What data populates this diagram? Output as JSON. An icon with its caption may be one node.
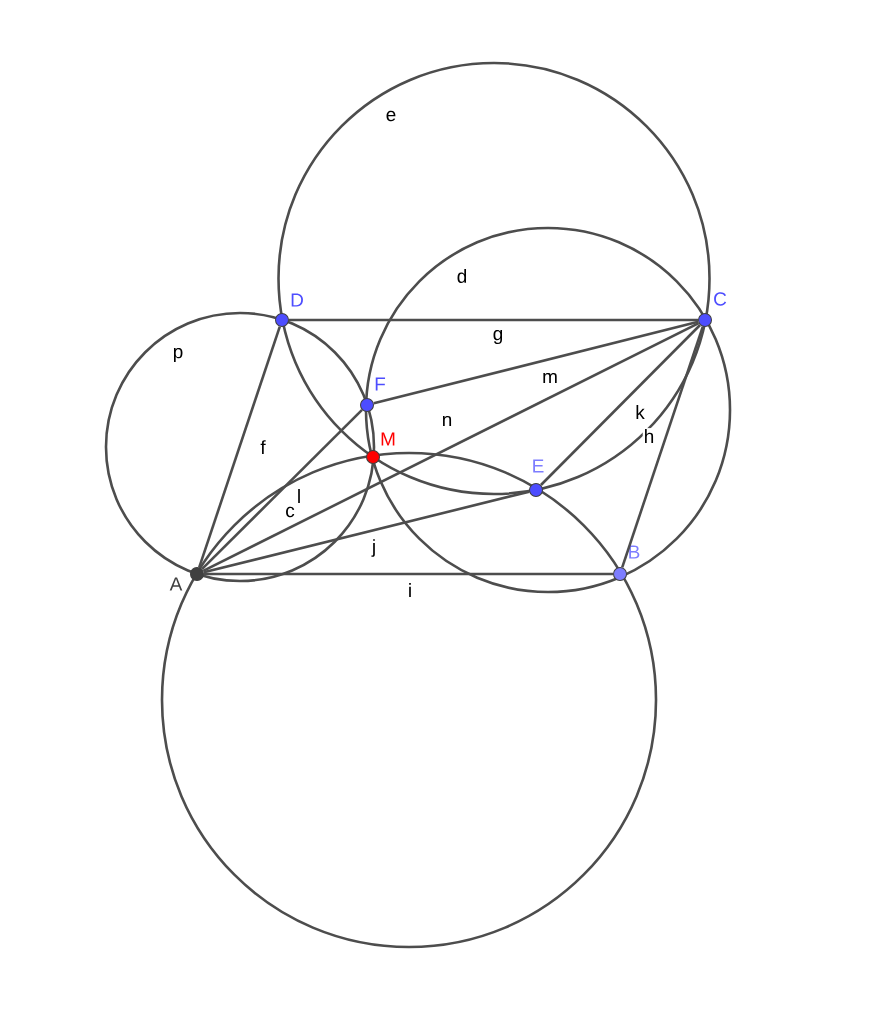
{
  "diagram": {
    "nodes": [
      {
        "text": [
          "D"
        ]
      },
      {
        "text": [
          "C"
        ]
      },
      {
        "text": [
          "F"
        ]
      },
      {
        "text": [
          "M"
        ]
      },
      {
        "text": [
          "E"
        ]
      },
      {
        "text": [
          "A"
        ]
      },
      {
        "text": [
          "B"
        ]
      }
    ],
    "edges": [
      {
        "from": 0,
        "to": 1,
        "arrow": "none",
        "label": "g"
      },
      {
        "from": 5,
        "to": 0,
        "arrow": "none",
        "label": "f"
      },
      {
        "from": 5,
        "to": 2,
        "arrow": "none",
        "label": "l"
      },
      {
        "from": 2,
        "to": 1,
        "arrow": "none",
        "label": "m"
      },
      {
        "from": 5,
        "to": 1,
        "arrow": "none",
        "label": "n"
      },
      {
        "from": 4,
        "to": 1,
        "arrow": "none",
        "label": "k"
      },
      {
        "from": 5,
        "to": 4,
        "arrow": "none",
        "label": "j"
      },
      {
        "from": 5,
        "to": 6,
        "arrow": "none",
        "label": "i"
      },
      {
        "from": 6,
        "to": 1,
        "arrow": "none"
      }
    ],
    "labels": [
      "e",
      "d",
      "p",
      "c",
      "h"
    ]
  }
}
